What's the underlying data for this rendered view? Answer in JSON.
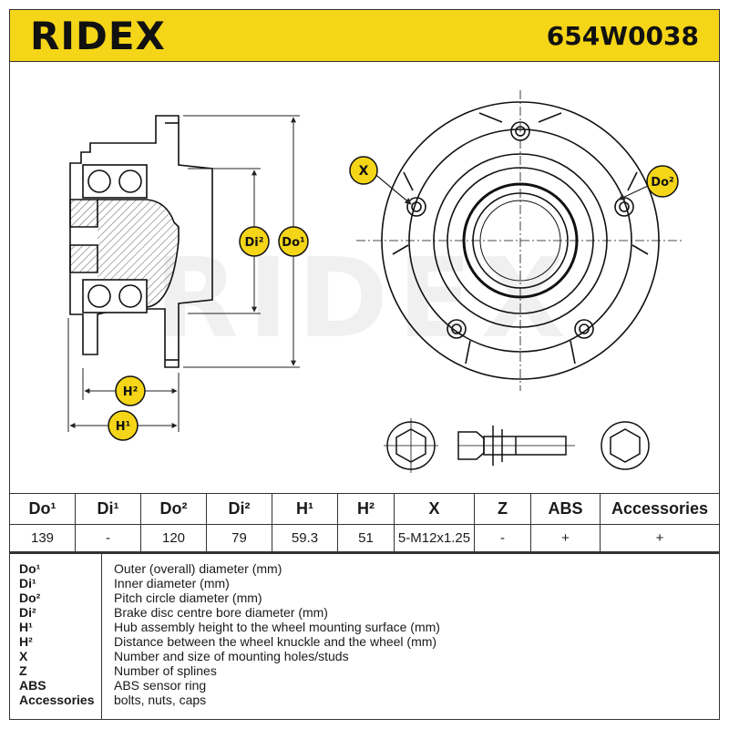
{
  "header": {
    "brand": "RIDEX",
    "part_number": "654W0038"
  },
  "watermark": "RIDEX",
  "callouts": {
    "di2": "Di²",
    "do1": "Do¹",
    "h2": "H²",
    "h1": "H¹",
    "x": "X",
    "do2": "Do²"
  },
  "spec_table": {
    "headers": [
      "Do¹",
      "Di¹",
      "Do²",
      "Di²",
      "H¹",
      "H²",
      "X",
      "Z",
      "ABS",
      "Accessories"
    ],
    "values": [
      "139",
      "-",
      "120",
      "79",
      "59.3",
      "51",
      "5-M12x1.25",
      "-",
      "+",
      "+"
    ]
  },
  "legend": [
    {
      "term": "Do¹",
      "desc": "Outer (overall) diameter (mm)"
    },
    {
      "term": "Di¹",
      "desc": "Inner diameter (mm)"
    },
    {
      "term": "Do²",
      "desc": "Pitch circle diameter (mm)"
    },
    {
      "term": "Di²",
      "desc": "Brake disc centre bore diameter (mm)"
    },
    {
      "term": "H¹",
      "desc": "Hub assembly height to the wheel mounting surface (mm)"
    },
    {
      "term": "H²",
      "desc": "Distance between the wheel knuckle and the wheel (mm)"
    },
    {
      "term": "X",
      "desc": "Number and size of mounting holes/studs"
    },
    {
      "term": "Z",
      "desc": "Number of splines"
    },
    {
      "term": "ABS",
      "desc": "ABS sensor ring"
    },
    {
      "term": "Accessories",
      "desc": "bolts, nuts, caps"
    }
  ],
  "colors": {
    "accent": "#f5d518",
    "ink": "#1a1a1a",
    "line": "#333333"
  }
}
